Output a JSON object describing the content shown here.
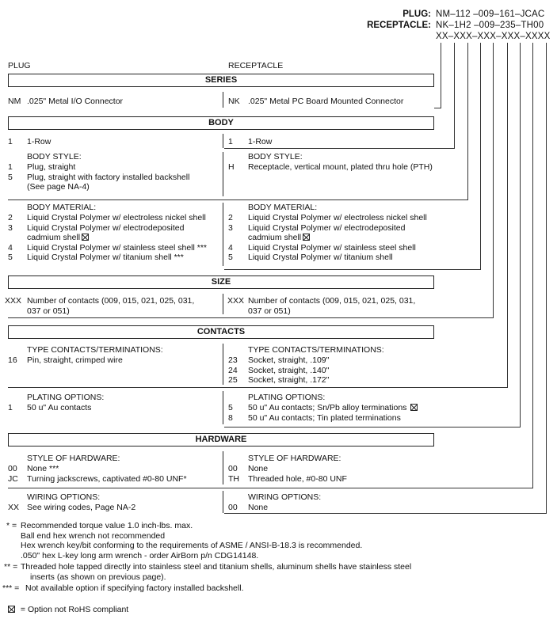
{
  "header": {
    "plug_label": "PLUG:",
    "receptacle_label": "RECEPTACLE:",
    "plug_pn": "NM–112 –009–161–JCAC",
    "receptacle_pn": "NK–1H2 –009–235–TH00",
    "template_pn": "XX–XXX–XXX–XXX–XXXX"
  },
  "columns": {
    "plug": "PLUG",
    "receptacle": "RECEPTACLE"
  },
  "series": {
    "title": "SERIES",
    "plug": {
      "code": "NM",
      "text": ".025\" Metal I/O Connector"
    },
    "receptacle": {
      "code": "NK",
      "text": ".025\" Metal PC Board Mounted Connector"
    }
  },
  "body": {
    "title": "BODY",
    "rows": {
      "plug": {
        "code": "1",
        "text": "1-Row"
      },
      "receptacle": {
        "code": "1",
        "text": "1-Row"
      }
    },
    "style": {
      "heading": "BODY STYLE:",
      "plug": [
        {
          "code": "1",
          "text": "Plug, straight"
        },
        {
          "code": "5",
          "text": "Plug, straight with factory installed backshell"
        },
        {
          "code": "",
          "text": "(See page NA-4)"
        }
      ],
      "receptacle": [
        {
          "code": "H",
          "text": "Receptacle, vertical mount, plated thru hole (PTH)"
        }
      ]
    },
    "material": {
      "heading": "BODY MATERIAL:",
      "plug": [
        {
          "code": "2",
          "text": "Liquid Crystal Polymer w/ electroless nickel shell"
        },
        {
          "code": "3",
          "text": "Liquid Crystal Polymer w/ electrodeposited"
        },
        {
          "code": "",
          "text": "cadmium shell"
        },
        {
          "code": "4",
          "text": "Liquid Crystal Polymer w/ stainless steel shell ***"
        },
        {
          "code": "5",
          "text": "Liquid Crystal Polymer w/ titanium shell ***"
        }
      ],
      "receptacle": [
        {
          "code": "2",
          "text": "Liquid Crystal Polymer w/ electroless nickel shell"
        },
        {
          "code": "3",
          "text": "Liquid Crystal Polymer w/ electrodeposited"
        },
        {
          "code": "",
          "text": "cadmium shell"
        },
        {
          "code": "4",
          "text": "Liquid Crystal Polymer w/ stainless steel shell"
        },
        {
          "code": "5",
          "text": "Liquid Crystal Polymer w/ titanium shell"
        }
      ]
    }
  },
  "size": {
    "title": "SIZE",
    "plug": {
      "code": "XXX",
      "text1": "Number of contacts (009, 015, 021, 025, 031,",
      "text2": "037 or 051)"
    },
    "receptacle": {
      "code": "XXX",
      "text1": "Number of contacts (009, 015, 021, 025, 031,",
      "text2": "037 or 051)"
    }
  },
  "contacts": {
    "title": "CONTACTS",
    "type_heading": "TYPE CONTACTS/TERMINATIONS:",
    "plug_type": [
      {
        "code": "16",
        "text": "Pin, straight, crimped wire"
      }
    ],
    "receptacle_type": [
      {
        "code": "23",
        "text": "Socket, straight, .109\""
      },
      {
        "code": "24",
        "text": "Socket, straight, .140\""
      },
      {
        "code": "25",
        "text": "Socket, straight, .172\""
      }
    ],
    "plating_heading": "PLATING OPTIONS:",
    "plug_plating": [
      {
        "code": "1",
        "text": "50 u\" Au contacts"
      }
    ],
    "receptacle_plating": [
      {
        "code": "5",
        "text": "50 u\" Au contacts; Sn/Pb alloy terminations"
      },
      {
        "code": "8",
        "text": "50 u\" Au contacts; Tin plated terminations"
      }
    ]
  },
  "hardware": {
    "title": "HARDWARE",
    "style_heading": "STYLE OF HARDWARE:",
    "plug_style": [
      {
        "code": "00",
        "text": "None  ***"
      },
      {
        "code": "JC",
        "text": "Turning jackscrews, captivated #0-80 UNF*"
      }
    ],
    "receptacle_style": [
      {
        "code": "00",
        "text": "None"
      },
      {
        "code": "TH",
        "text": "Threaded hole, #0-80 UNF"
      }
    ],
    "wiring_heading": "WIRING OPTIONS:",
    "plug_wiring": [
      {
        "code": "XX",
        "text": "See wiring codes, Page NA-2"
      }
    ],
    "receptacle_wiring": [
      {
        "code": "00",
        "text": "None"
      }
    ]
  },
  "notes": {
    "n1_mark": "* = ",
    "n1": [
      "Recommended torque value 1.0 inch-lbs. max.",
      "Ball end hex wrench not recommended",
      "Hex wrench key/bit conforming to the requirements of ASME / ANSI-B-18.3 is recommended.",
      ".050\" hex L-key long arm wrench - order AirBorn p/n CDG14148."
    ],
    "n2_mark": "** = ",
    "n2": [
      "Threaded hole tapped directly into stainless steel and titanium shells, aluminum shells have stainless steel",
      "inserts (as shown on previous page)."
    ],
    "n3_mark": "*** = ",
    "n3": "Not available option if specifying factory installed backshell.",
    "rohs": "= Option not RoHS compliant"
  }
}
